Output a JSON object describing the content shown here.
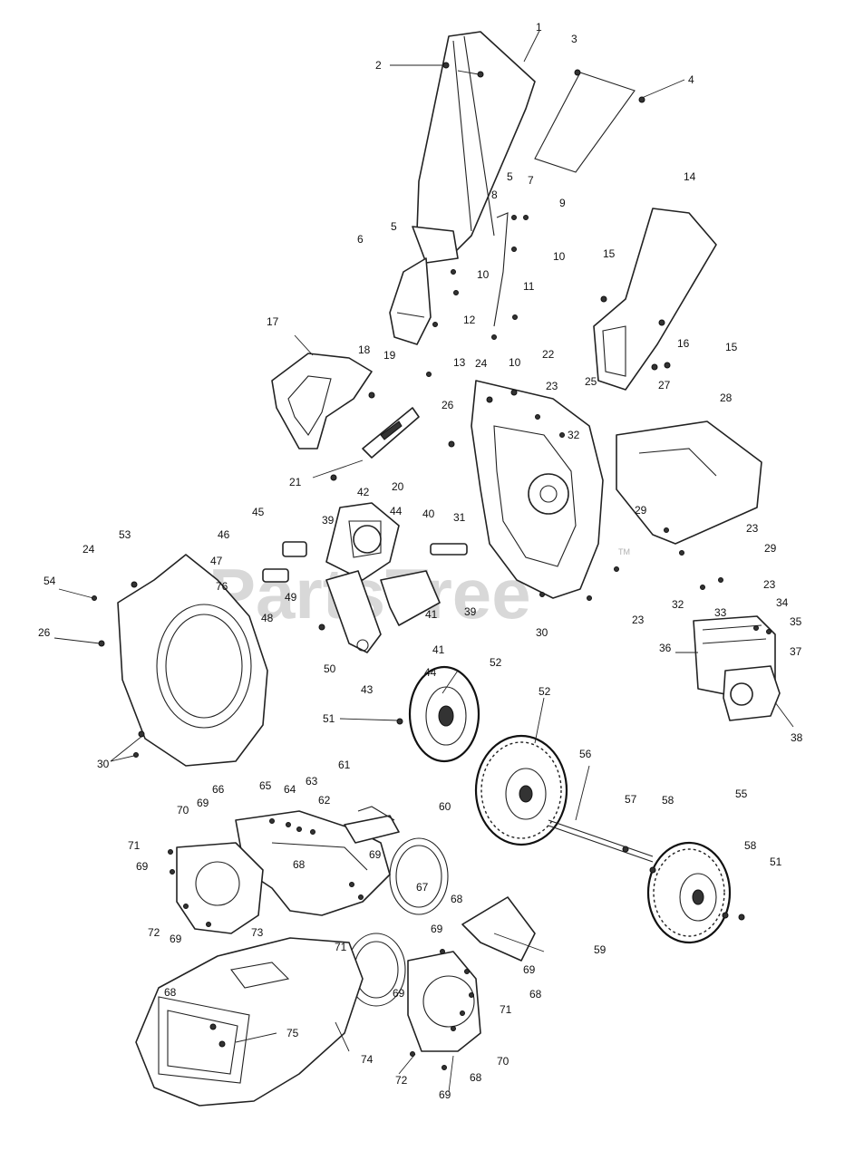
{
  "watermark": {
    "text": "PartsTree",
    "tm": "TM"
  },
  "callouts": [
    {
      "id": "c1",
      "text": "1"
    },
    {
      "id": "c2",
      "text": "2"
    },
    {
      "id": "c3",
      "text": "3"
    },
    {
      "id": "c4",
      "text": "4"
    },
    {
      "id": "c5a",
      "text": "5"
    },
    {
      "id": "c7",
      "text": "7"
    },
    {
      "id": "c8",
      "text": "8"
    },
    {
      "id": "c9",
      "text": "9"
    },
    {
      "id": "c14",
      "text": "14"
    },
    {
      "id": "c5b",
      "text": "5"
    },
    {
      "id": "c10a",
      "text": "10"
    },
    {
      "id": "c6",
      "text": "6"
    },
    {
      "id": "c10b",
      "text": "10"
    },
    {
      "id": "c15a",
      "text": "15"
    },
    {
      "id": "c11",
      "text": "11"
    },
    {
      "id": "c12",
      "text": "12"
    },
    {
      "id": "c16",
      "text": "16"
    },
    {
      "id": "c15b",
      "text": "15"
    },
    {
      "id": "c17",
      "text": "17"
    },
    {
      "id": "c13",
      "text": "13"
    },
    {
      "id": "c10c",
      "text": "10"
    },
    {
      "id": "c18",
      "text": "18"
    },
    {
      "id": "c19",
      "text": "19"
    },
    {
      "id": "c22",
      "text": "22"
    },
    {
      "id": "c24a",
      "text": "24"
    },
    {
      "id": "c23a",
      "text": "23"
    },
    {
      "id": "c27",
      "text": "27"
    },
    {
      "id": "c26a",
      "text": "26"
    },
    {
      "id": "c25",
      "text": "25"
    },
    {
      "id": "c28",
      "text": "28"
    },
    {
      "id": "c32a",
      "text": "32"
    },
    {
      "id": "c21",
      "text": "21"
    },
    {
      "id": "c20",
      "text": "20"
    },
    {
      "id": "c42",
      "text": "42"
    },
    {
      "id": "c40",
      "text": "40"
    },
    {
      "id": "c31",
      "text": "31"
    },
    {
      "id": "c29a",
      "text": "29"
    },
    {
      "id": "c45",
      "text": "45"
    },
    {
      "id": "c39a",
      "text": "39"
    },
    {
      "id": "c44a",
      "text": "44"
    },
    {
      "id": "c23b",
      "text": "23"
    },
    {
      "id": "c53",
      "text": "53"
    },
    {
      "id": "c46",
      "text": "46"
    },
    {
      "id": "c29b",
      "text": "29"
    },
    {
      "id": "c24b",
      "text": "24"
    },
    {
      "id": "c47",
      "text": "47"
    },
    {
      "id": "c76",
      "text": "76"
    },
    {
      "id": "c23c",
      "text": "23"
    },
    {
      "id": "c54",
      "text": "54"
    },
    {
      "id": "c49",
      "text": "49"
    },
    {
      "id": "c39b",
      "text": "39"
    },
    {
      "id": "c32b",
      "text": "32"
    },
    {
      "id": "c33",
      "text": "33"
    },
    {
      "id": "c34",
      "text": "34"
    },
    {
      "id": "c48",
      "text": "48"
    },
    {
      "id": "c41a",
      "text": "41"
    },
    {
      "id": "c23d",
      "text": "23"
    },
    {
      "id": "c35",
      "text": "35"
    },
    {
      "id": "c26b",
      "text": "26"
    },
    {
      "id": "c30a",
      "text": "30"
    },
    {
      "id": "c41b",
      "text": "41"
    },
    {
      "id": "c37",
      "text": "37"
    },
    {
      "id": "c50",
      "text": "50"
    },
    {
      "id": "c44b",
      "text": "44"
    },
    {
      "id": "c36",
      "text": "36"
    },
    {
      "id": "c43",
      "text": "43"
    },
    {
      "id": "c52a",
      "text": "52"
    },
    {
      "id": "c51a",
      "text": "51"
    },
    {
      "id": "c52b",
      "text": "52"
    },
    {
      "id": "c38",
      "text": "38"
    },
    {
      "id": "c30b",
      "text": "30"
    },
    {
      "id": "c56",
      "text": "56"
    },
    {
      "id": "c66",
      "text": "66"
    },
    {
      "id": "c65",
      "text": "65"
    },
    {
      "id": "c64",
      "text": "64"
    },
    {
      "id": "c63",
      "text": "63"
    },
    {
      "id": "c61",
      "text": "61"
    },
    {
      "id": "c55",
      "text": "55"
    },
    {
      "id": "c57",
      "text": "57"
    },
    {
      "id": "c58a",
      "text": "58"
    },
    {
      "id": "c62",
      "text": "62"
    },
    {
      "id": "c60",
      "text": "60"
    },
    {
      "id": "c69a",
      "text": "69"
    },
    {
      "id": "c70a",
      "text": "70"
    },
    {
      "id": "c71a",
      "text": "71"
    },
    {
      "id": "c58b",
      "text": "58"
    },
    {
      "id": "c69b",
      "text": "69"
    },
    {
      "id": "c51b",
      "text": "51"
    },
    {
      "id": "c68a",
      "text": "68"
    },
    {
      "id": "c69c",
      "text": "69"
    },
    {
      "id": "c67",
      "text": "67"
    },
    {
      "id": "c68b",
      "text": "68"
    },
    {
      "id": "c72a",
      "text": "72"
    },
    {
      "id": "c69d",
      "text": "69"
    },
    {
      "id": "c73",
      "text": "73"
    },
    {
      "id": "c69e",
      "text": "69"
    },
    {
      "id": "c71b",
      "text": "71"
    },
    {
      "id": "c59",
      "text": "59"
    },
    {
      "id": "c69f",
      "text": "69"
    },
    {
      "id": "c68c",
      "text": "68"
    },
    {
      "id": "c69g",
      "text": "69"
    },
    {
      "id": "c71c",
      "text": "71"
    },
    {
      "id": "c68d",
      "text": "68"
    },
    {
      "id": "c75",
      "text": "75"
    },
    {
      "id": "c70b",
      "text": "70"
    },
    {
      "id": "c74",
      "text": "74"
    },
    {
      "id": "c72b",
      "text": "72"
    },
    {
      "id": "c68e",
      "text": "68"
    },
    {
      "id": "c69h",
      "text": "69"
    }
  ]
}
